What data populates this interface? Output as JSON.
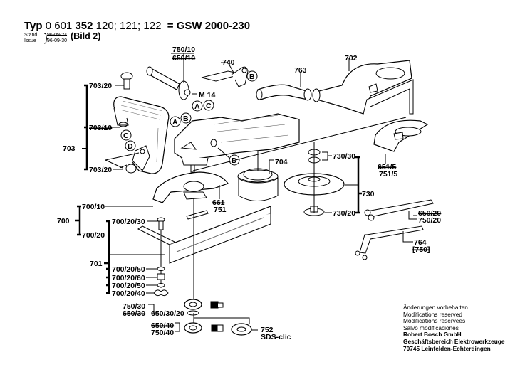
{
  "header": {
    "typ_label": "Typ",
    "part_prefix": "0 601",
    "part_main": "352",
    "variants": "120; 121; 122",
    "equals": "=",
    "model": "GSW 2000-230",
    "stand_label": "Stand",
    "issue_label": "Issue",
    "stand_date_old": "96-09-24",
    "issue_date": "96-09-30",
    "bild": "(Bild 2)"
  },
  "labels": {
    "l703": "703",
    "l703_20_top": "703/20",
    "l703_10": "703/10",
    "l703_20_bot": "703/20",
    "lC1": "C",
    "lD1": "D",
    "l750_10": "750/10",
    "l650_10": "650/10",
    "l740": "740",
    "lB_top": "B",
    "lM14": "M 14",
    "lA1": "A",
    "lC2": "C",
    "lA2": "A",
    "lB2": "B",
    "lD2": "D",
    "l763": "763",
    "l702": "702",
    "l704": "704",
    "l730_30": "730/30",
    "l730": "730",
    "l730_20": "730/20",
    "l651_5": "651/5",
    "l751_5": "751/5",
    "l661": "661",
    "l751": "751",
    "l650_20": "650/20",
    "l750_20": "750/20",
    "l764": "764",
    "l750b": "[750]",
    "l700": "700",
    "l700_10": "700/10",
    "l700_20": "700/20",
    "l700_20_30": "700/20/30",
    "l701": "701",
    "l700_20_50a": "700/20/50",
    "l700_20_60": "700/20/60",
    "l700_20_50b": "700/20/50",
    "l700_20_40": "700/20/40",
    "l750_30": "750/30",
    "l650_30": "650/30",
    "l650_30_20": "650/30/20",
    "l650_40": "650/40",
    "l750_40": "750/40",
    "l752": "752",
    "lSDS": "SDS-clic"
  },
  "footer": {
    "line1": "Änderungen vorbehalten",
    "line2": "Modifications reserved",
    "line3": "Modifications reservees",
    "line4": "Salvo modificaciones",
    "company": "Robert Bosch GmbH",
    "division": "Geschäftsbereich Elektrowerkzeuge",
    "address": "70745 Leinfelden-Echterdingen"
  }
}
